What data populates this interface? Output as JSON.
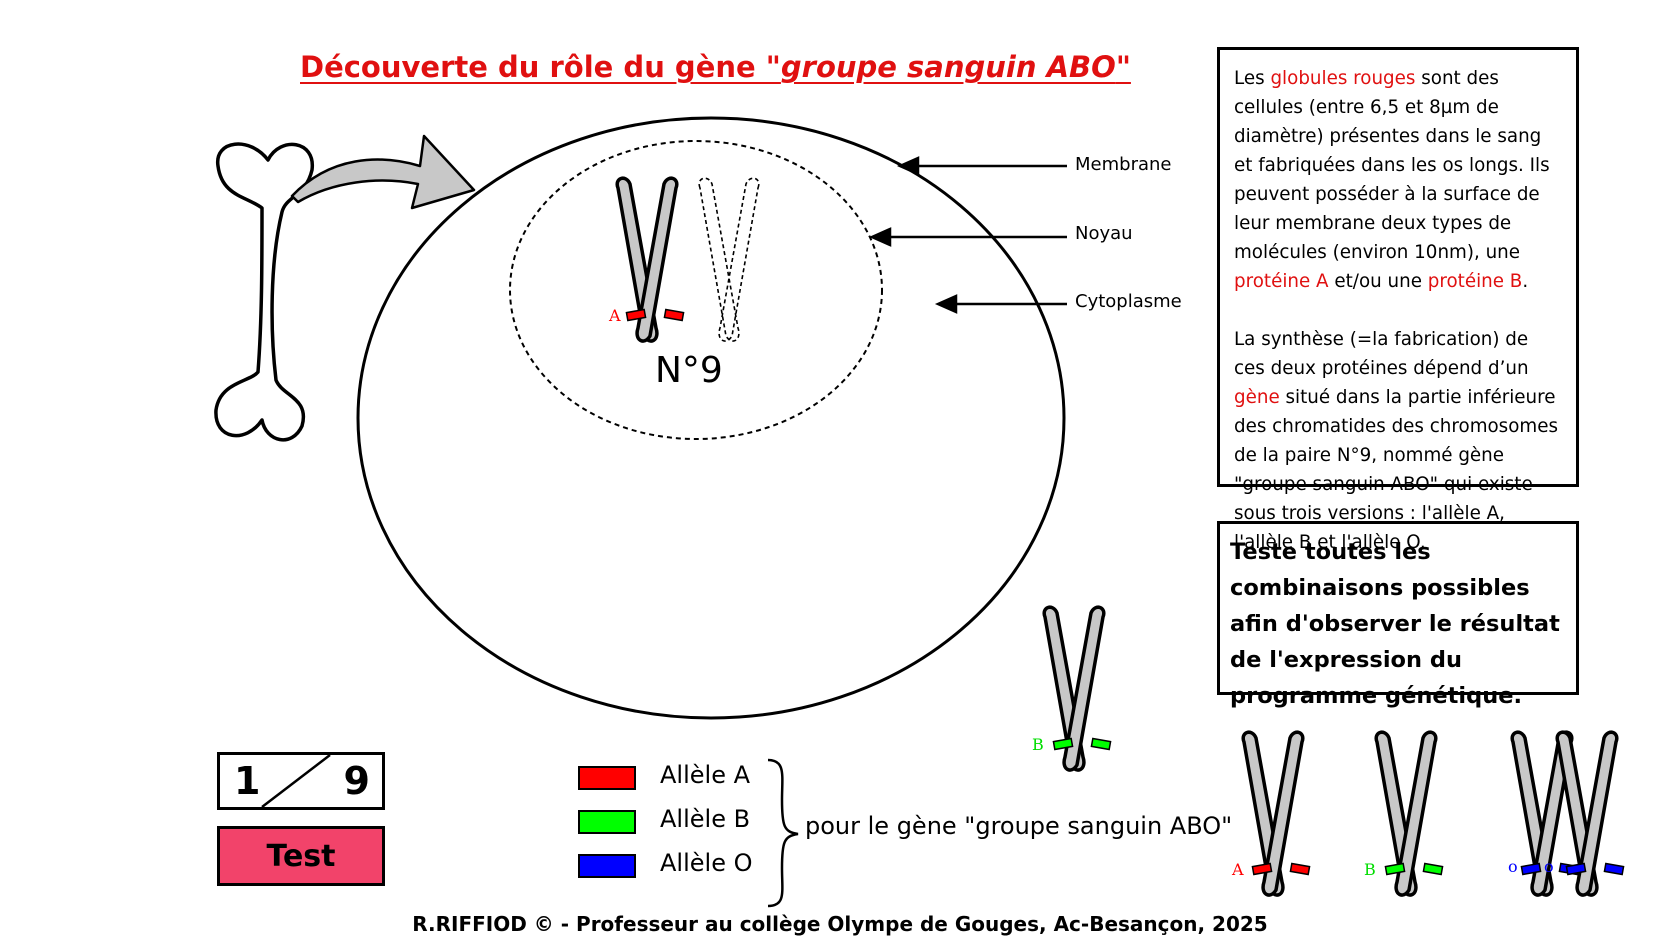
{
  "title": {
    "main": "Découverte du rôle du gène \"",
    "italic": "groupe sanguin ABO",
    "end": "\""
  },
  "cell_labels": {
    "membrane": "Membrane",
    "noyau": "Noyau",
    "cytoplasme": "Cytoplasme"
  },
  "nucleus": {
    "chromosome_label": "N°9",
    "allele_tag": "A"
  },
  "info": {
    "p1": [
      {
        "t": "Les "
      },
      {
        "t": "globules rouges",
        "red": true
      },
      {
        "t": " sont des cellules (entre 6,5 et 8µm de diamètre) présentes dans le sang et fabriquées dans les os longs. Ils peuvent posséder à la surface de leur membrane deux types de molécules (environ 10nm), une "
      },
      {
        "t": "protéine A",
        "red": true
      },
      {
        "t": " et/ou une "
      },
      {
        "t": "protéine B",
        "red": true
      },
      {
        "t": "."
      }
    ],
    "p2": [
      {
        "t": "La synthèse (=la fabrication) de ces deux protéines dépend d’un "
      },
      {
        "t": "gène",
        "red": true
      },
      {
        "t": " situé dans la partie inférieure des chromatides des chromosomes de la paire N°9, nommé gène \"groupe sanguin ABO\" qui existe sous trois versions : l'allèle A, l'allèle B et l'allèle O."
      }
    ]
  },
  "task": "Teste toutes les combinaisons possibles afin d'observer le résultat de l'expression du programme génétique.",
  "counter": {
    "current": "1",
    "total": "9"
  },
  "test_button": "Test",
  "legend": [
    {
      "label": "Allèle A",
      "color": "#ff0000"
    },
    {
      "label": "Allèle B",
      "color": "#00ff00"
    },
    {
      "label": "Allèle O",
      "color": "#0000ff"
    }
  ],
  "gene_note": "pour le gène \"groupe sanguin ABO\"",
  "chromosome_tags": {
    "floating": "B",
    "tray_a": "A",
    "tray_b": "B",
    "tray_o1": "o",
    "tray_o2": "o"
  },
  "colors": {
    "title": "#e01010",
    "allele_a": "#ff0000",
    "allele_b": "#00ff00",
    "allele_o": "#0000ff",
    "button": "#f2436a",
    "chromosome": "#c8c8c8"
  },
  "footer": "R.RIFFIOD © - Professeur au collège Olympe de Gouges, Ac-Besançon, 2025"
}
